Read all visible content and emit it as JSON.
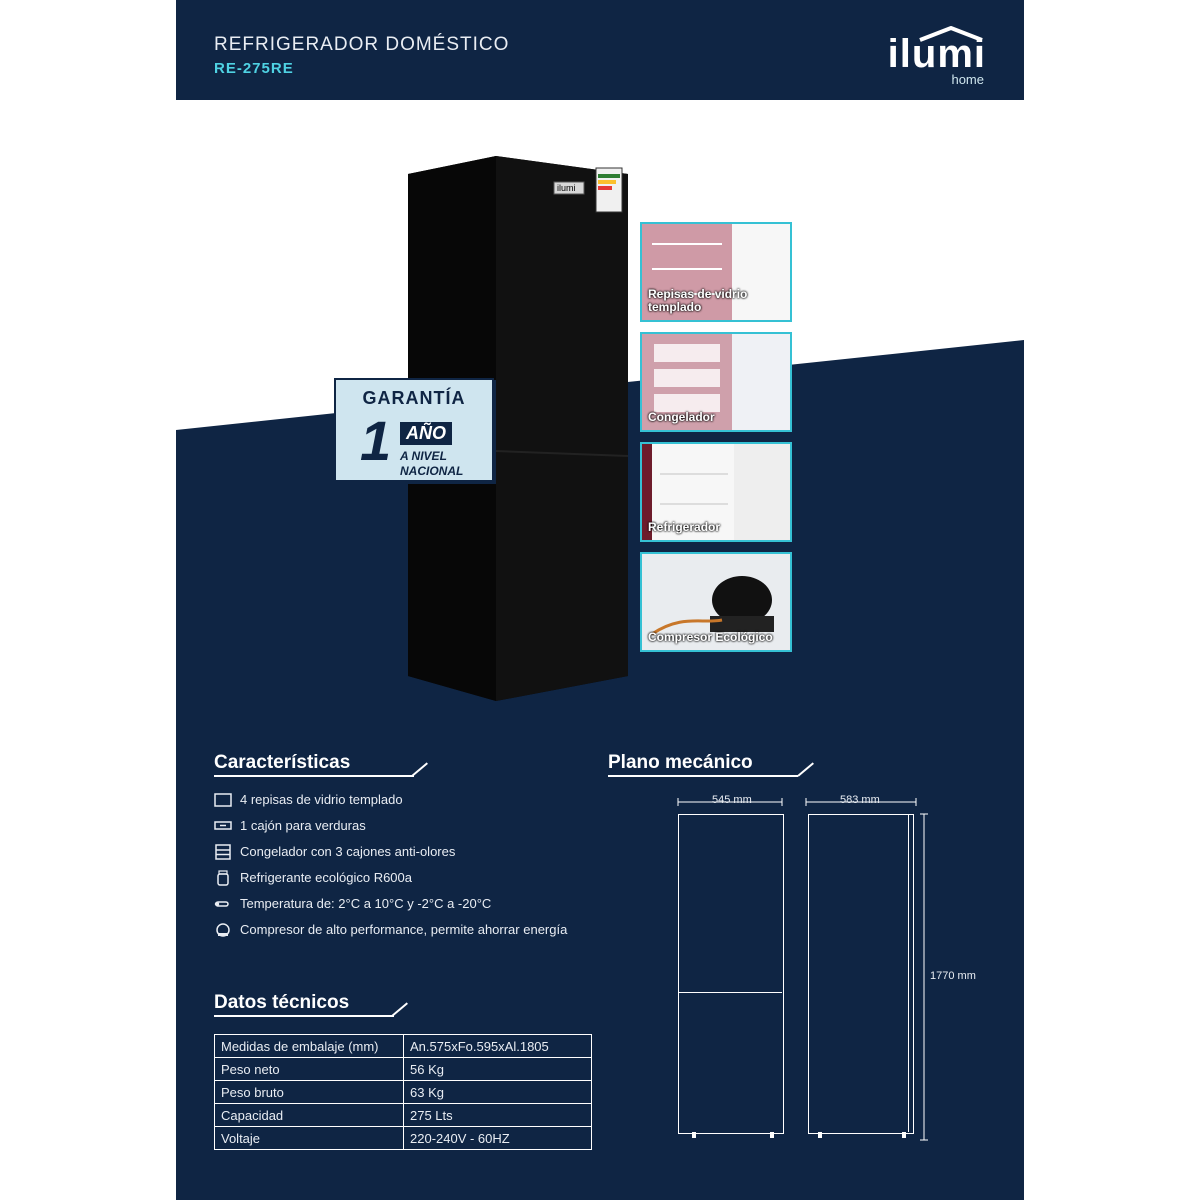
{
  "header": {
    "title": "REFRIGERADOR DOMÉSTICO",
    "model": "RE-275RE",
    "brand_name": "ilumi",
    "brand_sub": "home"
  },
  "product": {
    "front_logo": "ilumi"
  },
  "warranty": {
    "title": "GARANTÍA",
    "number": "1",
    "years": "AÑO",
    "scope_line1": "A NIVEL",
    "scope_line2": "NACIONAL"
  },
  "feature_images": [
    {
      "caption": "Repisas de vidrio templado"
    },
    {
      "caption": "Congelador"
    },
    {
      "caption": "Refrigerador"
    },
    {
      "caption": "Compresor Ecológico"
    }
  ],
  "sections": {
    "features_title": "Características",
    "plan_title": "Plano mecánico",
    "tech_title": "Datos técnicos"
  },
  "features": [
    {
      "icon": "shelf-icon",
      "text": "4 repisas de vidrio templado"
    },
    {
      "icon": "drawer-icon",
      "text": "1 cajón para verduras"
    },
    {
      "icon": "drawers-icon",
      "text": "Congelador con 3 cajones anti-olores"
    },
    {
      "icon": "refrigerant-icon",
      "text": "Refrigerante ecológico R600a"
    },
    {
      "icon": "thermometer-icon",
      "text": "Temperatura de: 2°C a 10°C y -2°C a -20°C"
    },
    {
      "icon": "compressor-icon",
      "text": "Compresor de alto performance, permite ahorrar energía"
    }
  ],
  "tech_data": [
    {
      "label": "Medidas de embalaje (mm)",
      "value": "An.575xFo.595xAl.1805"
    },
    {
      "label": "Peso neto",
      "value": "56 Kg"
    },
    {
      "label": "Peso bruto",
      "value": "63 Kg"
    },
    {
      "label": "Capacidad",
      "value": "275 Lts"
    },
    {
      "label": "Voltaje",
      "value": "220-240V - 60HZ"
    }
  ],
  "plan": {
    "front_width": "545 mm",
    "side_depth": "583 mm",
    "height": "1770 mm"
  },
  "colors": {
    "navy": "#0f2544",
    "accent": "#35c1d4",
    "white": "#ffffff",
    "light": "#cfe5ef"
  }
}
